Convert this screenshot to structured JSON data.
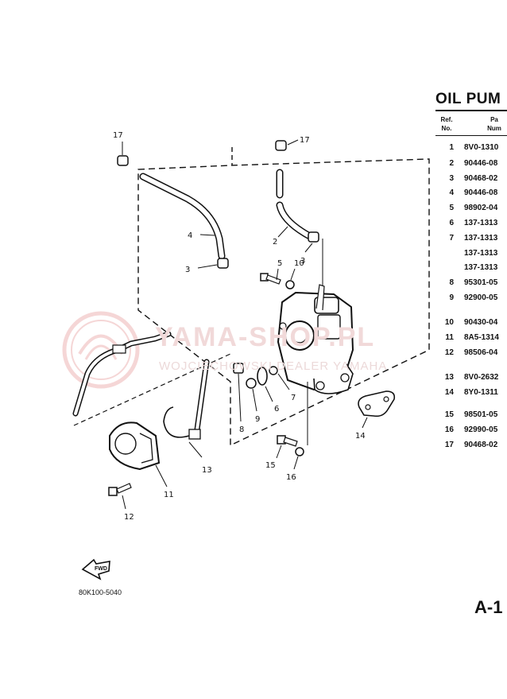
{
  "title": "OIL PUM",
  "table": {
    "header_ref": [
      "Ref.",
      "No."
    ],
    "header_part": [
      "Pa",
      "Num"
    ],
    "rows": [
      {
        "ref": "1",
        "part": "8V0-1310"
      },
      {
        "ref": "2",
        "part": "90446-08"
      },
      {
        "ref": "3",
        "part": "90468-02"
      },
      {
        "ref": "4",
        "part": "90446-08"
      },
      {
        "ref": "5",
        "part": "98902-04"
      },
      {
        "ref": "6",
        "part": "137-1313"
      },
      {
        "ref": "7",
        "part": "137-1313"
      },
      {
        "ref": "",
        "part": "137-1313"
      },
      {
        "ref": "",
        "part": "137-1313"
      },
      {
        "ref": "8",
        "part": "95301-05"
      },
      {
        "ref": "9",
        "part": "92900-05"
      },
      {
        "ref": "10",
        "part": "90430-04"
      },
      {
        "ref": "11",
        "part": "8A5-1314"
      },
      {
        "ref": "12",
        "part": "98506-04"
      },
      {
        "ref": "13",
        "part": "8V0-2632"
      },
      {
        "ref": "14",
        "part": "8Y0-1311"
      },
      {
        "ref": "15",
        "part": "98501-05"
      },
      {
        "ref": "16",
        "part": "92990-05"
      },
      {
        "ref": "17",
        "part": "90468-02"
      }
    ]
  },
  "callouts": {
    "c17a": "17",
    "c17b": "17",
    "c4": "4",
    "c2": "2",
    "c3a": "3",
    "c3b": "3",
    "c5": "5",
    "c10": "10",
    "c8": "8",
    "c9": "9",
    "c6": "6",
    "c7": "7",
    "c14": "14",
    "c15": "15",
    "c16": "16",
    "c13": "13",
    "c11": "11",
    "c12": "12"
  },
  "fwd_label": "FWD",
  "catalog_code": "80K100-5040",
  "page_label": "A-1",
  "watermark": {
    "main": "YAMA-SHOP.PL",
    "sub": "WOJCIECHOWSKI DEALER YAMAHA",
    "logo": "yamaha-tuning-fork-logo"
  },
  "colors": {
    "ink": "#111111",
    "watermark": "#e9b4b4"
  }
}
